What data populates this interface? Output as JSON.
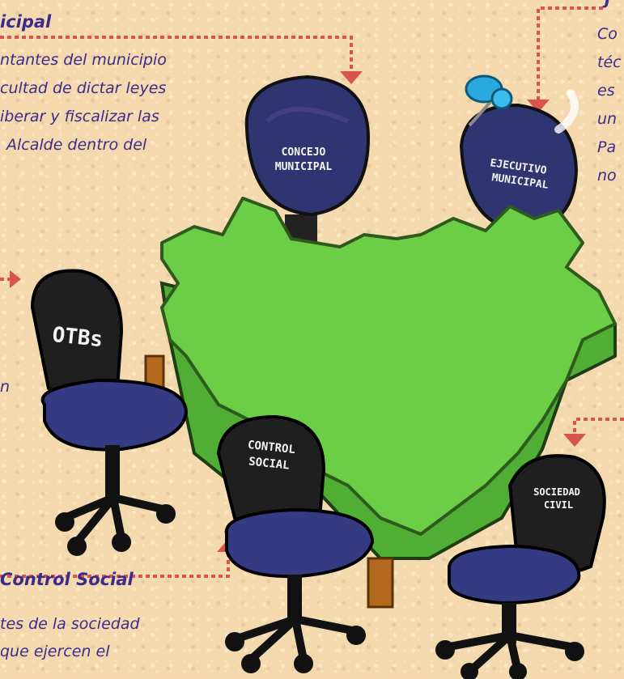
{
  "concejo": {
    "heading": "icipal",
    "lines": [
      "ntantes del municipio",
      "cultad de dictar leyes",
      "iberar y fiscalizar las",
      "Alcalde dentro del"
    ]
  },
  "ejecutivo": {
    "heading_fragment": "j",
    "lines": [
      "Co",
      "téc",
      "es",
      "un",
      "Pa",
      "no"
    ]
  },
  "otbs_fragment": "n",
  "control_social": {
    "heading": "Control Social",
    "lines": [
      "tes de la sociedad",
      "que ejercen el"
    ]
  },
  "chairs": {
    "concejo": [
      "CONCEJO",
      "MUNICIPAL"
    ],
    "ejecutivo": [
      "EJECUTIVO",
      "MUNICIPAL"
    ],
    "otbs": [
      "OTBs"
    ],
    "control": [
      "CONTROL",
      "SOCIAL"
    ],
    "sociedad": [
      "SOCIEDAD",
      "CIVIL"
    ]
  },
  "colors": {
    "text": "#3a2b8c",
    "connector": "#d9534f",
    "map_fill": "#6ccd47",
    "map_stroke": "#2f5a1e",
    "chair_blue": "#2e3570",
    "chair_black": "#1f1f1f",
    "pin": "#2aa8e0"
  }
}
